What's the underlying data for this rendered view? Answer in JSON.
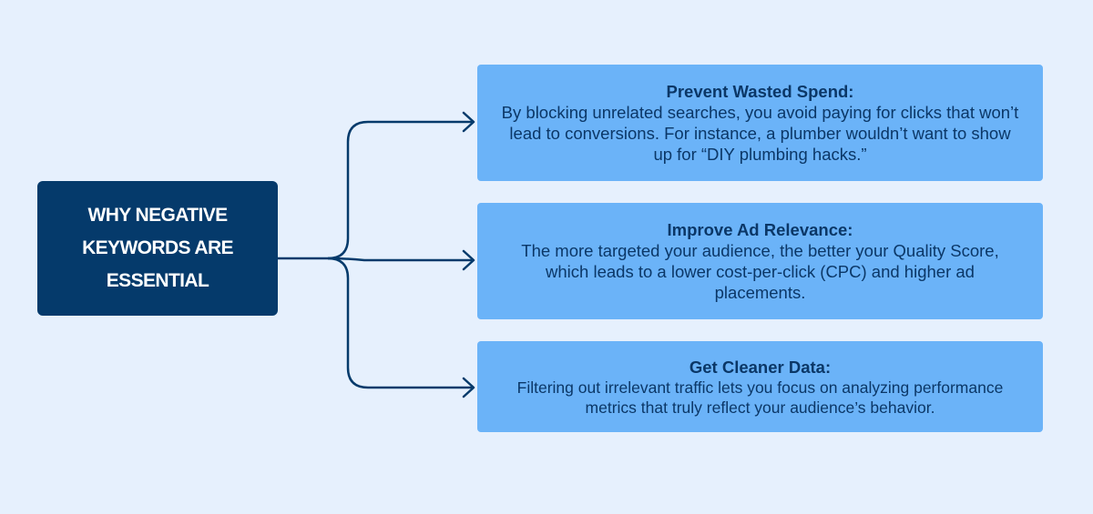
{
  "diagram": {
    "root": {
      "title": "Why Negative Keywords Are Essential"
    },
    "branches": [
      {
        "title": "Prevent Wasted Spend:",
        "body": "By blocking unrelated searches, you avoid paying for clicks that won’t lead to conversions. For instance, a plumber wouldn’t want to show up for “DIY plumbing hacks.”"
      },
      {
        "title": "Improve Ad Relevance:",
        "body": "The more targeted your audience, the better your Quality Score, which leads to a lower cost-per-click (CPC) and higher ad placements."
      },
      {
        "title": "Get Cleaner Data:",
        "body": "Filtering out irrelevant traffic lets you focus on analyzing performance metrics that truly reflect your audience’s behavior."
      }
    ],
    "colors": {
      "background": "#e6f0fd",
      "root_fill": "#053a6b",
      "card_fill": "#6bb3f8",
      "text_dark": "#0b3767",
      "connector": "#053a6b"
    }
  }
}
